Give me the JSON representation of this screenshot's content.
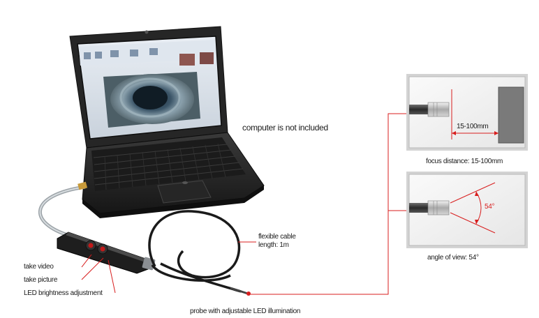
{
  "labels": {
    "computer_note": "computer is not included",
    "flexible_cable": "flexible cable",
    "cable_length": "length: 1m",
    "take_video": "take video",
    "take_picture": "take picture",
    "led_adjust": "LED brightness adjustment",
    "probe": "probe with adjustable LED illumination",
    "focus_range": "15-100mm",
    "focus_caption": "focus distance: 15-100mm",
    "angle_value": "54°",
    "angle_caption": "angle of view: 54°"
  },
  "colors": {
    "annotation_red": "#d81e1e",
    "laptop_body": "#2b2b2b",
    "panel_border": "#bdbdbd",
    "target_block": "#7a7a7a"
  }
}
